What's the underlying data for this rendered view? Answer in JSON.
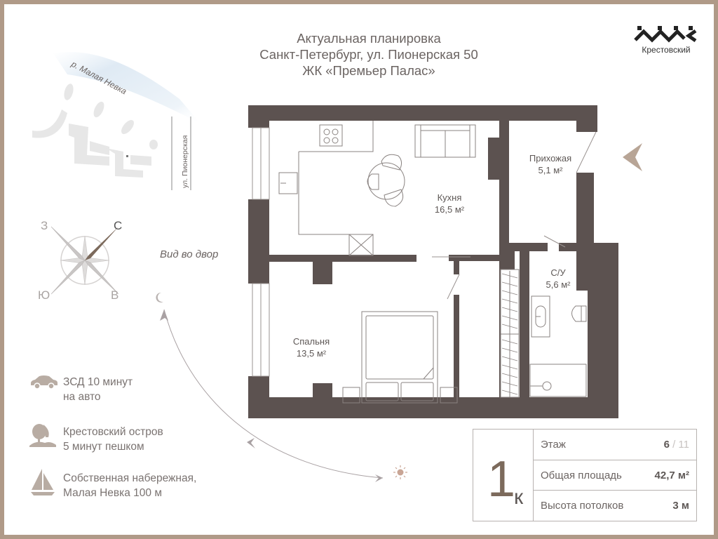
{
  "header": {
    "lines": [
      "Актуальная планировка",
      "Санкт-Петербург, ул. Пионерская 50",
      "ЖК «Премьер Палас»"
    ]
  },
  "logo": {
    "text": "Крестовский",
    "icon": "krestovsky-logo-icon"
  },
  "map": {
    "river_label": "р. Малая Невка",
    "street_label": "ул. Пионерская",
    "view_label": "Вид во двор"
  },
  "compass": {
    "north": "С",
    "south": "Ю",
    "west": "З",
    "east": "В",
    "accent": "#7c6a5c"
  },
  "sun_path": {
    "start_icon": "sun-icon",
    "end_icon": "moon-icon"
  },
  "amenities": [
    {
      "icon": "car-icon",
      "line1": "ЗСД 10 минут",
      "line2": "на авто"
    },
    {
      "icon": "park-tree-icon",
      "line1": "Крестовский остров",
      "line2": "5 минут пешком"
    },
    {
      "icon": "sailboat-icon",
      "line1": "Собственная набережная,",
      "line2": "Малая Невка 100 м"
    }
  ],
  "rooms": [
    {
      "name": "Кухня",
      "area": "16,5 м²"
    },
    {
      "name": "Прихожая",
      "area": "5,1 м²"
    },
    {
      "name": "С/У",
      "area": "5,6 м²"
    },
    {
      "name": "Спальня",
      "area": "13,5 м²"
    }
  ],
  "info": {
    "rooms_count": "1",
    "rooms_suffix": "к",
    "rows": [
      {
        "label": "Этаж",
        "value": "6",
        "value_extra": " / 11"
      },
      {
        "label": "Общая площадь",
        "value": "42,7 м²"
      },
      {
        "label": "Высота потолков",
        "value": "3 м"
      }
    ]
  },
  "colors": {
    "frame": "#b09a88",
    "wall": "#5c5250",
    "text": "#6b6462",
    "accent": "#a99384"
  }
}
